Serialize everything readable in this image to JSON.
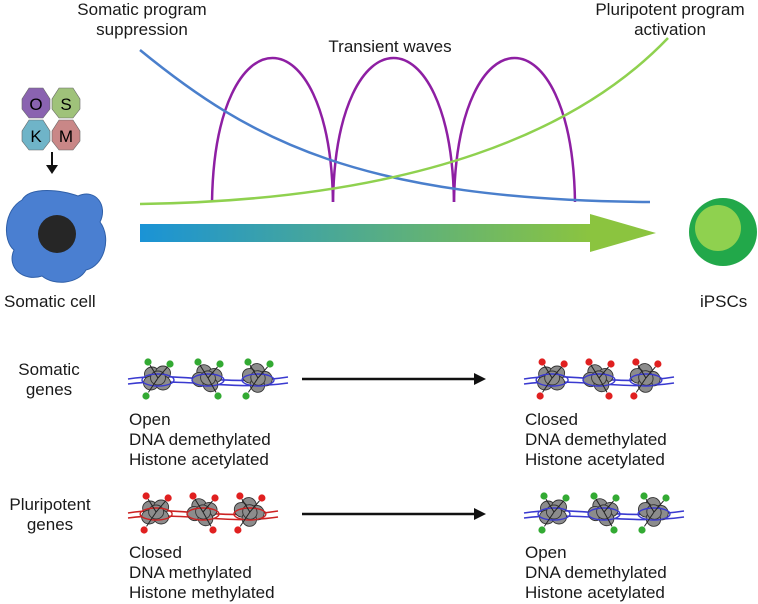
{
  "top": {
    "somatic_suppression": [
      "Somatic program",
      "suppression"
    ],
    "transient_waves": "Transient waves",
    "pluripotent_activation": [
      "Pluripotent program",
      "activation"
    ]
  },
  "factors": [
    "O",
    "S",
    "K",
    "M"
  ],
  "factor_colors": {
    "O": "#8a63b0",
    "S": "#9fc27a",
    "K": "#6fb4c8",
    "M": "#c98787"
  },
  "cells": {
    "somatic_label": "Somatic cell",
    "ipsc_label": "iPSCs"
  },
  "rows": {
    "somatic_label": [
      "Somatic",
      "genes"
    ],
    "pluripotent_label": [
      "Pluripotent",
      "genes"
    ]
  },
  "states": {
    "somatic_before": [
      "Open",
      "DNA demethylated",
      "Histone acetylated"
    ],
    "somatic_after": [
      "Closed",
      "DNA demethylated",
      "Histone acetylated"
    ],
    "pluri_before": [
      "Closed",
      "DNA methylated",
      "Histone methylated"
    ],
    "pluri_after": [
      "Open",
      "DNA demethylated",
      "Histone acetylated"
    ]
  },
  "colors": {
    "somatic_curve": "#4a7fcc",
    "pluripotent_curve": "#8fd14f",
    "waves": "#8e1fa3",
    "arrow_start": "#1a93d6",
    "arrow_end": "#8bc43f",
    "somatic_cell": "#4a7fd1",
    "nucleus": "#262626",
    "ipsc_outer": "#22a84a",
    "ipsc_inner": "#8fd14f",
    "dna_open": "#3a3ad0",
    "dna_closed": "#cc2222",
    "mark_green": "#33aa33",
    "mark_red": "#e02020"
  }
}
